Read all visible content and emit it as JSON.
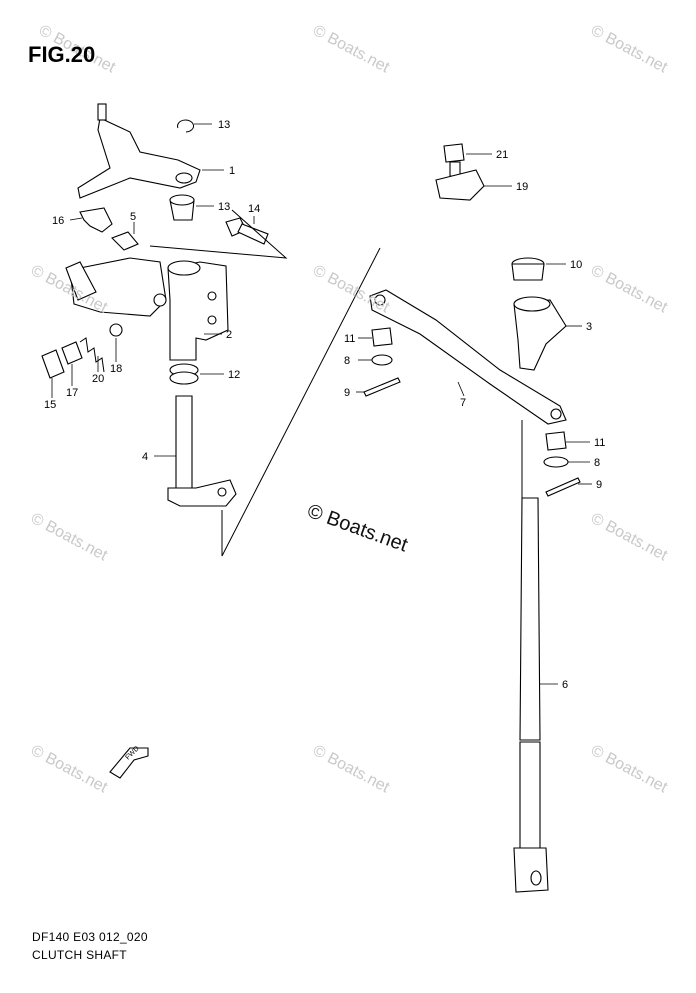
{
  "figure": {
    "title": "FIG.20",
    "footer_code": "DF140 E03 012_020",
    "footer_name": "CLUTCH SHAFT",
    "center_watermark": "© Boats.net",
    "watermark_text": "© Boats.net",
    "fwd_label": "FWD"
  },
  "callouts": [
    "13",
    "1",
    "13",
    "14",
    "16",
    "5",
    "2",
    "12",
    "4",
    "15",
    "17",
    "20",
    "18",
    "21",
    "19",
    "10",
    "3",
    "11",
    "8",
    "9",
    "7",
    "11",
    "8",
    "9",
    "6"
  ]
}
